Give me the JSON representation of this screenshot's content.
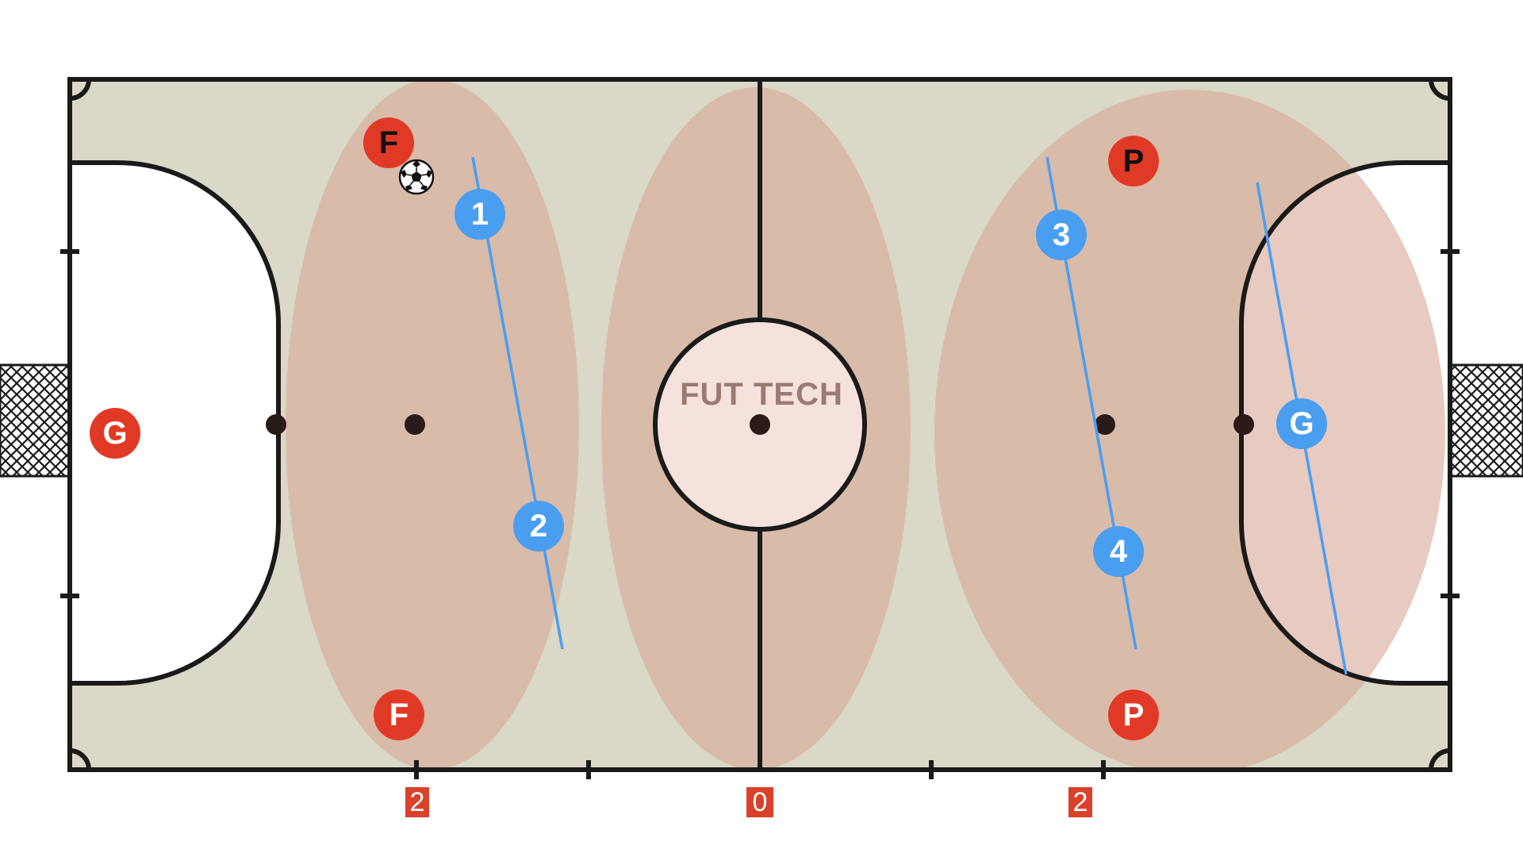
{
  "colors": {
    "court": "#dad8c6",
    "line": "#1a1a1a",
    "zone": "#d9a99a",
    "center_circle_fill": "#f6e2dc",
    "red_player": "#e03a26",
    "blue_player": "#4a9ef0",
    "blue_line": "#4a9ef0",
    "marker_bg": "#d9412a",
    "logo": "#9a7a72"
  },
  "logo": {
    "text": "FUT TECH"
  },
  "icons": {
    "ball": "soccer-ball-icon",
    "goal_net": "goal-net-icon"
  },
  "red_players": [
    {
      "label": "G",
      "text_color": "#ffffff"
    },
    {
      "label": "F",
      "text_color": "#111111"
    },
    {
      "label": "F",
      "text_color": "#ffffff"
    },
    {
      "label": "P",
      "text_color": "#111111"
    },
    {
      "label": "P",
      "text_color": "#ffffff"
    }
  ],
  "blue_players": [
    {
      "label": "1"
    },
    {
      "label": "2"
    },
    {
      "label": "3"
    },
    {
      "label": "4"
    },
    {
      "label": "G"
    }
  ],
  "distance_markers": [
    {
      "label": "2"
    },
    {
      "label": "0"
    },
    {
      "label": "2"
    }
  ]
}
